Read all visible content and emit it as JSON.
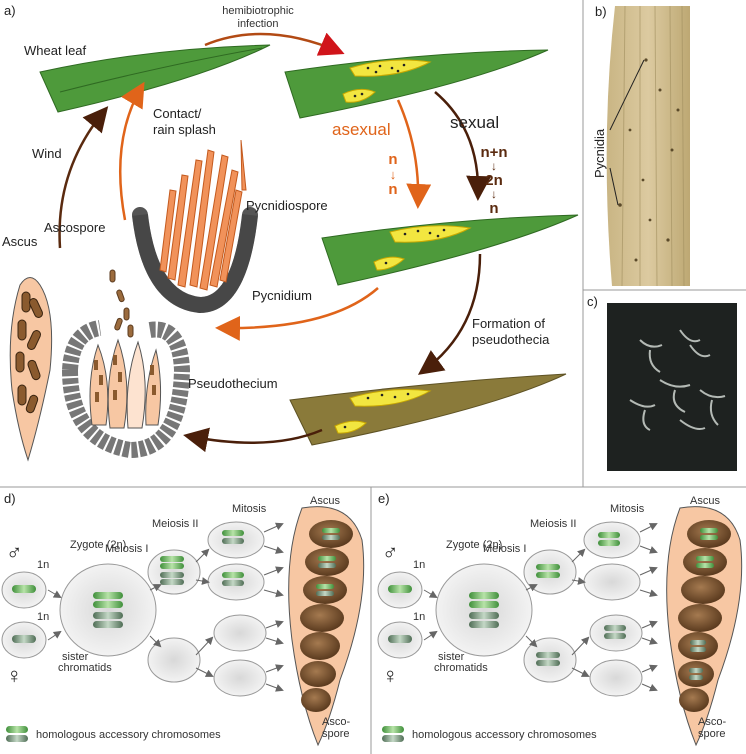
{
  "panel_labels": {
    "a": "a)",
    "b": "b)",
    "c": "c)",
    "d": "d)",
    "e": "e)"
  },
  "cycle": {
    "hemibiotrophic": [
      "hemibiotrophic",
      "infection"
    ],
    "wheat_leaf": "Wheat leaf",
    "contact": [
      "Contact/",
      "rain splash"
    ],
    "asexual": "asexual",
    "sexual": "sexual",
    "ploidy_asexual": [
      "n",
      "↓",
      "n"
    ],
    "ploidy_sexual": [
      "n+n",
      "↓",
      "2n",
      "↓",
      "n"
    ],
    "wind": "Wind",
    "pycnidiospore": "Pycnidiospore",
    "ascospore": "Ascospore",
    "ascus": "Ascus",
    "pycnidium": "Pycnidium",
    "formation": [
      "Formation of",
      "pseudothecia"
    ],
    "pseudothecium": "Pseudothecium"
  },
  "photo_b": {
    "label": "Pycnidia"
  },
  "meiosis_d": {
    "male": "♂",
    "female": "♀",
    "one_n_top": "1n",
    "one_n_bottom": "1n",
    "zygote": "Zygote (2n)",
    "meiosis1": "Meiosis I",
    "meiosis2": "Meiosis II",
    "mitosis": "Mitosis",
    "ascus": "Ascus",
    "sister": [
      "sister",
      "chromatids"
    ],
    "ascospore": [
      "Asco-",
      "spore"
    ],
    "legend": "homologous accessory chromosomes"
  },
  "meiosis_e": {
    "male": "♂",
    "female": "♀",
    "one_n_top": "1n",
    "one_n_bottom": "1n",
    "zygote": "Zygote (2n)",
    "meiosis1": "Meiosis I",
    "meiosis2": "Meiosis II",
    "mitosis": "Mitosis",
    "ascus": "Ascus",
    "sister": [
      "sister",
      "chromatids"
    ],
    "ascospore": [
      "Asco-",
      "spore"
    ],
    "legend": "homologous accessory chromosomes"
  },
  "colors": {
    "orange": "#e0641a",
    "brown": "#5a2a0f",
    "leaf_green": "#4e9a3b",
    "dead_leaf": "#8a7a3a",
    "lesion": "#f2e640",
    "ascus_fill": "#f7c7a3"
  }
}
